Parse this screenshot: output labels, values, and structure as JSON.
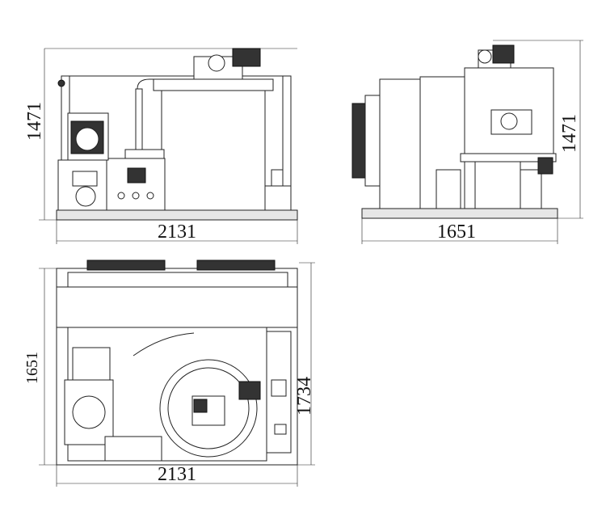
{
  "title": "Flake ice machine dimension drawing",
  "front_view": {
    "height_label": "1471",
    "width_label": "2131"
  },
  "side_view": {
    "height_label": "1471",
    "width_label": "1651"
  },
  "top_view": {
    "depth_label": "1651",
    "overall_depth_label": "1734",
    "width_label": "2131"
  }
}
